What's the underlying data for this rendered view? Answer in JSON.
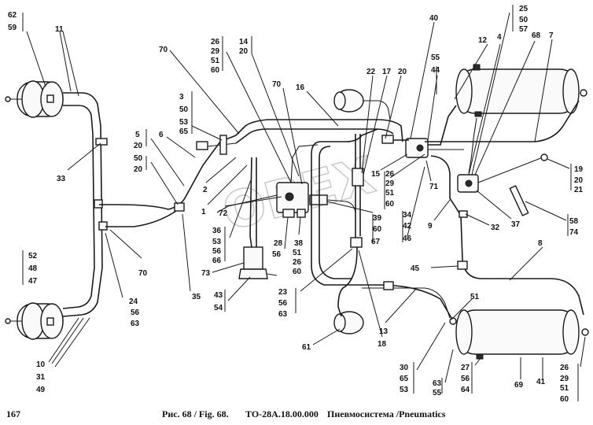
{
  "page_number": "167",
  "caption": {
    "figure": "Рис. 68 / Fig. 68.",
    "code": "ТО-28А.18.00.000",
    "title": "Пневмосистема /Pneumatics"
  },
  "watermark": "OBEX",
  "callouts": {
    "c62_59": [
      "62",
      "59"
    ],
    "c11": "11",
    "c33": "33",
    "c52_48_47": [
      "52",
      "48",
      "47"
    ],
    "c10_31_49": [
      "10",
      "31",
      "49"
    ],
    "c70a": "70",
    "c3_50_53_65": [
      "3",
      "50",
      "53",
      "65"
    ],
    "c6": "6",
    "c5_20": [
      "5",
      "20"
    ],
    "c50_20": [
      "50",
      "20"
    ],
    "c2": "2",
    "c1": "1",
    "c72": "72",
    "c35": "35",
    "c70b": "70",
    "c24_56_63": [
      "24",
      "56",
      "63"
    ],
    "c26_29_51_60a": [
      "26",
      "29",
      "51",
      "60"
    ],
    "c14_20": [
      "14",
      "20"
    ],
    "c70c": "70",
    "c36_53_56_66": [
      "36",
      "53",
      "56",
      "66"
    ],
    "c73": "73",
    "c43_54": [
      "43",
      "54"
    ],
    "c28_51_56": [
      "28",
      "51",
      "56"
    ],
    "c38_26_60": [
      "38",
      "26",
      "60"
    ],
    "c16": "16",
    "c22": "22",
    "c17": "17",
    "c20": "20",
    "c40": "40",
    "c55_44": [
      "55",
      "44"
    ],
    "c15": "15",
    "c26_29_51_60b": [
      "26",
      "29",
      "51",
      "60"
    ],
    "c71": "71",
    "c39_60_67": [
      "39",
      "60",
      "67"
    ],
    "c34_42_46": [
      "34",
      "42",
      "46"
    ],
    "c23_56_63": [
      "23",
      "56",
      "63"
    ],
    "c18": "18",
    "c61": "61",
    "c13": "13",
    "c25_50_57": [
      "25",
      "50",
      "57"
    ],
    "c12": "12",
    "c4": "4",
    "c68": "68",
    "c7": "7",
    "c19_20_21": [
      "19",
      "20",
      "21"
    ],
    "c9": "9",
    "c37": "37",
    "c32": "32",
    "c58_74": [
      "58",
      "74"
    ],
    "c8": "8",
    "c45": "45",
    "c51": "51",
    "c30_65_53": [
      "30",
      "65",
      "53"
    ],
    "c63_55": [
      "63",
      "55"
    ],
    "c27_56_64": [
      "27",
      "56",
      "64"
    ],
    "c69": "69",
    "c41": "41",
    "c26_29_51_60c": [
      "26",
      "29",
      "51",
      "60"
    ]
  }
}
